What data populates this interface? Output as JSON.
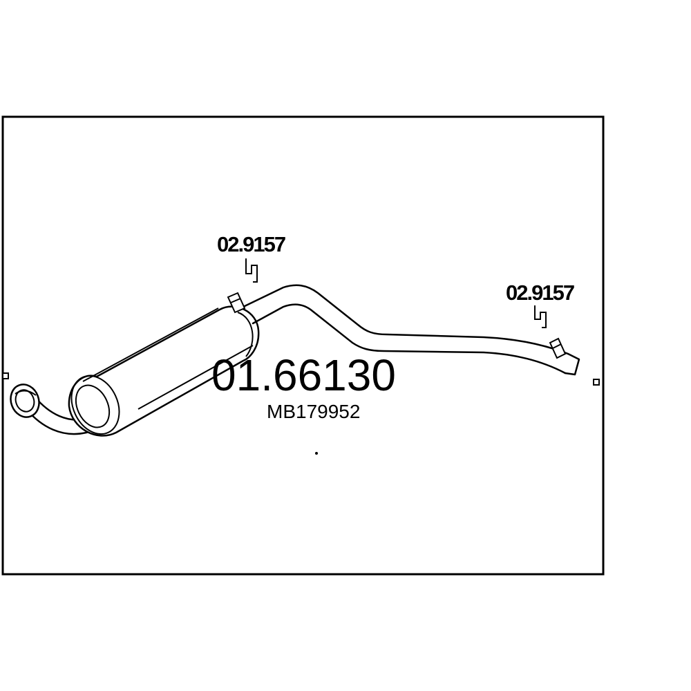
{
  "diagram": {
    "part_number": "01.66130",
    "oem_number": "MB179952",
    "brackets": [
      {
        "ref": "02.9157"
      },
      {
        "ref": "02.9157"
      }
    ]
  },
  "colors": {
    "line": "#000000",
    "background": "#ffffff"
  }
}
